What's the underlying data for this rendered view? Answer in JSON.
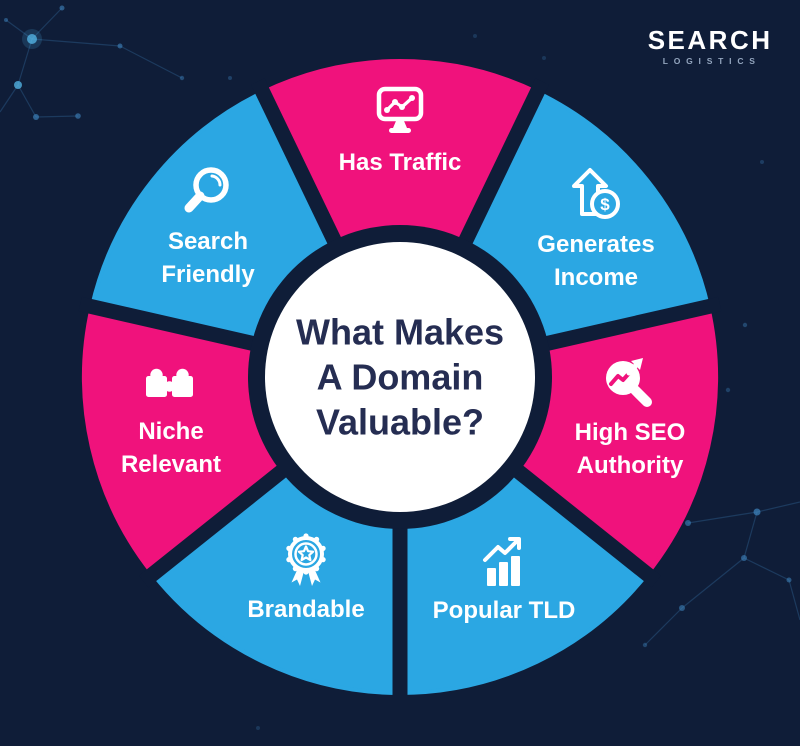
{
  "logo": {
    "line1": "SEARCH",
    "line2": "LOGISTICS"
  },
  "colors": {
    "pink": "#F0127C",
    "blue": "#2BA7E3",
    "navy_background": "#0F1D38",
    "white_circle": "#FFFFFF",
    "title_text": "#252D52",
    "label_text": "#FFFFFF",
    "logo_sub_text": "#93A5BE",
    "constellation": "#3F86C0"
  },
  "wheel": {
    "title_lines": [
      "What Makes",
      "A Domain",
      "Valuable?"
    ],
    "segments": [
      {
        "id": "has-traffic",
        "label_lines": [
          "Has Traffic"
        ],
        "color_key": "pink",
        "icon": "monitor-chart-icon"
      },
      {
        "id": "generates-income",
        "label_lines": [
          "Generates",
          "Income"
        ],
        "color_key": "blue",
        "icon": "income-arrow-icon"
      },
      {
        "id": "high-seo-authority",
        "label_lines": [
          "High SEO",
          "Authority"
        ],
        "color_key": "pink",
        "icon": "seo-magnifier-arrow-icon"
      },
      {
        "id": "popular-tld",
        "label_lines": [
          "Popular TLD"
        ],
        "color_key": "blue",
        "icon": "bar-chart-arrow-icon"
      },
      {
        "id": "brandable",
        "label_lines": [
          "Brandable"
        ],
        "color_key": "blue",
        "icon": "award-badge-icon"
      },
      {
        "id": "niche-relevant",
        "label_lines": [
          "Niche",
          "Relevant"
        ],
        "color_key": "pink",
        "icon": "puzzle-pieces-icon"
      },
      {
        "id": "search-friendly",
        "label_lines": [
          "Search",
          "Friendly"
        ],
        "color_key": "blue",
        "icon": "magnifier-icon"
      }
    ]
  }
}
